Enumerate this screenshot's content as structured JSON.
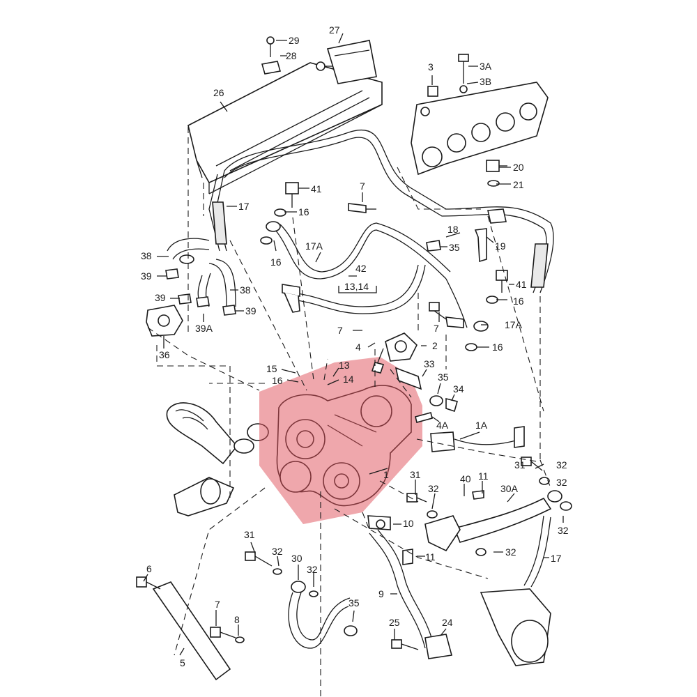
{
  "diagram": {
    "labels": {
      "l29": "29",
      "l28": "28",
      "l27": "27",
      "l26": "26",
      "l3": "3",
      "l3a": "3A",
      "l3b": "3B",
      "l20": "20",
      "l21": "21",
      "l41a": "41",
      "l16a": "16",
      "l7a": "7",
      "l17a": "17",
      "l18": "18",
      "l19": "19",
      "l16b": "16",
      "l17Aa": "17A",
      "l35a": "35",
      "l42": "42",
      "l1314": "13,14",
      "l38a": "38",
      "l39a": "39",
      "l39b": "39",
      "l38b": "38",
      "l39c": "39",
      "l39A": "39A",
      "l36": "36",
      "l41b": "41",
      "l16c": "16",
      "l7b": "7",
      "l7c": "7",
      "l17Ab": "17A",
      "l16d": "16",
      "l4a": "4",
      "l2": "2",
      "l15": "15",
      "l13": "13",
      "l16e": "16",
      "l14": "14",
      "l33": "33",
      "l35b": "35",
      "l34": "34",
      "l4A": "4A",
      "l1A": "1A",
      "l1": "1",
      "l31a": "31",
      "l32a": "32",
      "l40": "40",
      "l11a": "11",
      "l30A": "30A",
      "l32b": "32",
      "l32c": "32",
      "l32d": "32",
      "l10": "10",
      "l11b": "11",
      "l17b": "17",
      "l31b": "31",
      "l32e": "32",
      "l30": "30",
      "l32f": "32",
      "l6": "6",
      "l7d": "7",
      "l8": "8",
      "l5": "5",
      "l9": "9",
      "l35c": "35",
      "l25": "25",
      "l24": "24"
    },
    "highlight_color": "#e0505a"
  }
}
